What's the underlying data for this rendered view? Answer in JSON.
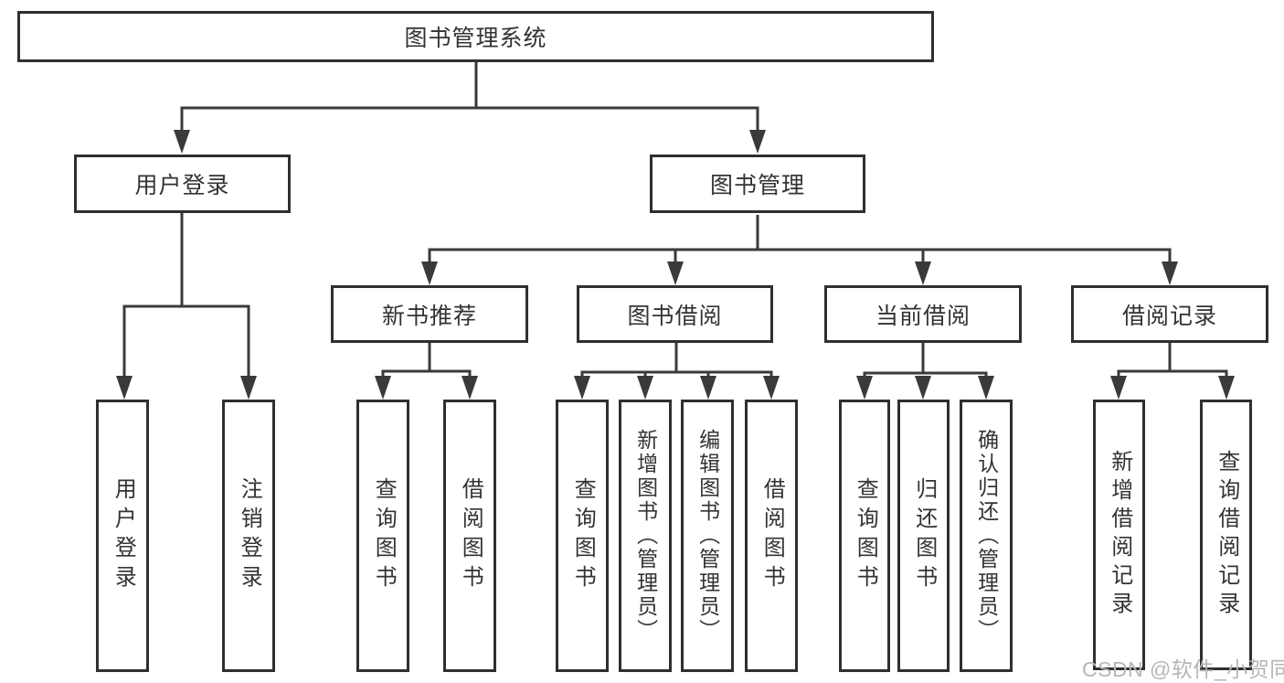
{
  "tree": {
    "root": {
      "label": "图书管理系统"
    },
    "branches": [
      {
        "label": "用户登录",
        "children": [
          {
            "label": "用户登录"
          },
          {
            "label": "注销登录"
          }
        ]
      },
      {
        "label": "图书管理",
        "children": [
          {
            "label": "新书推荐",
            "children": [
              {
                "label": "查询图书"
              },
              {
                "label": "借阅图书"
              }
            ]
          },
          {
            "label": "图书借阅",
            "children": [
              {
                "label": "查询图书"
              },
              {
                "label": "新增图书（管理员）"
              },
              {
                "label": "编辑图书（管理员）"
              },
              {
                "label": "借阅图书"
              }
            ]
          },
          {
            "label": "当前借阅",
            "children": [
              {
                "label": "查询图书"
              },
              {
                "label": "归还图书"
              },
              {
                "label": "确认归还（管理员）"
              }
            ]
          },
          {
            "label": "借阅记录",
            "children": [
              {
                "label": "新增借阅记录"
              },
              {
                "label": "查询借阅记录"
              }
            ]
          }
        ]
      }
    ]
  },
  "watermark": {
    "text": "CSDN @软件_小贺同学"
  },
  "colors": {
    "line": "#3a3a3a",
    "box_border": "#2f2f2f",
    "text": "#333333",
    "watermark_text": "#b6b6b6",
    "background": "#ffffff"
  }
}
